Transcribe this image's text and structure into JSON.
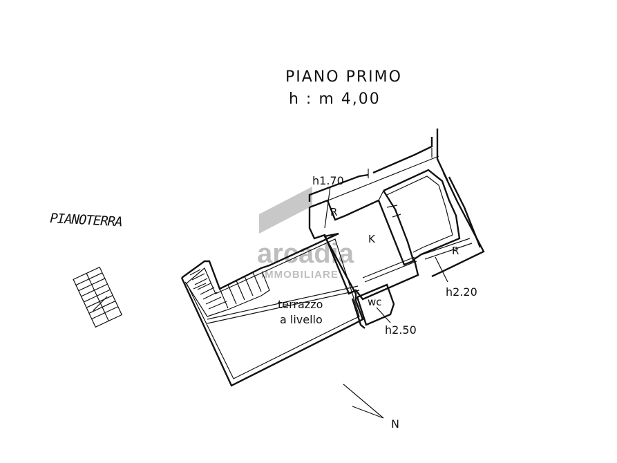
{
  "title": {
    "line1": "PIANO PRIMO",
    "line2": "h : m 4,00"
  },
  "handwritten_label": "PIANOTERRA",
  "rooms": {
    "k": "K",
    "r_top": "R",
    "r_right": "R",
    "wc": "wc",
    "terrace_line1": "terrazzo",
    "terrace_line2": "a livello"
  },
  "heights": {
    "h1": "h1.70",
    "h2": "h2.20",
    "h3": "h2.50"
  },
  "north": "N",
  "watermark": {
    "brand": "arcadia",
    "sub": "IMMOBILIARE",
    "color": "#8a8a8a"
  }
}
